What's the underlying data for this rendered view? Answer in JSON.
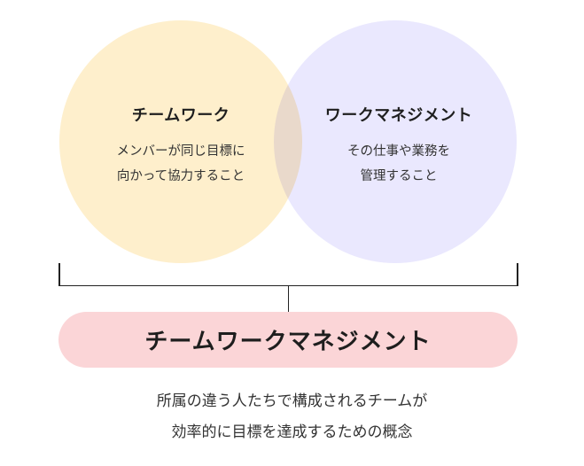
{
  "left_circle": {
    "title": "チームワーク",
    "lines": [
      "メンバーが同じ目標に",
      "向かって協力すること"
    ],
    "color": "#FEEFCC"
  },
  "right_circle": {
    "title": "ワークマネジメント",
    "lines": [
      "その仕事や業務を",
      "管理すること"
    ],
    "color": "#EAE8FE"
  },
  "result": {
    "title": "チームワークマネジメント",
    "color": "#FBD5D7"
  },
  "caption": {
    "lines": [
      "所属の違う人たちで構成されるチームが",
      "効率的に目標を達成するための概念"
    ]
  }
}
